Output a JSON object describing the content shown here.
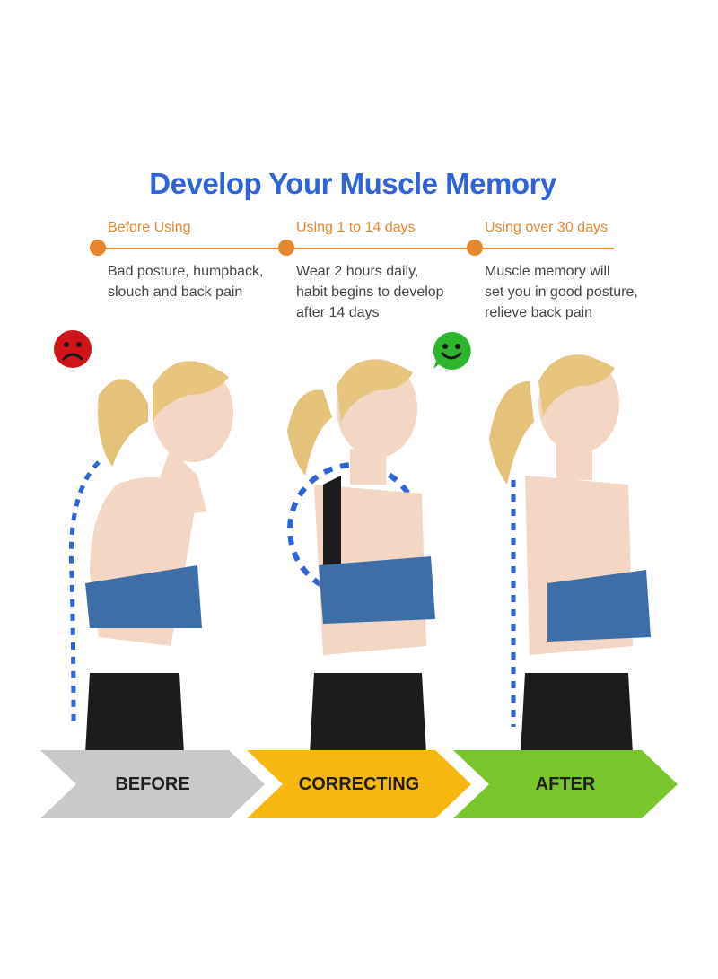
{
  "title": "Develop Your Muscle Memory",
  "stages": [
    {
      "label": "Before Using",
      "lines": [
        "Bad posture, humpback,",
        "slouch and back pain"
      ],
      "arrow_label": "BEFORE",
      "arrow_color": "#c9c9c9"
    },
    {
      "label": "Using 1 to 14 days",
      "lines": [
        "Wear 2 hours daily,",
        "habit begins to develop",
        "after 14 days"
      ],
      "arrow_label": "CORRECTING",
      "arrow_color": "#f6b80f"
    },
    {
      "label": "Using over 30 days",
      "lines": [
        "Muscle memory will",
        "set you in good posture,",
        "relieve back pain"
      ],
      "arrow_label": "AFTER",
      "arrow_color": "#79c52c"
    }
  ],
  "icons": {
    "sad_face": "sad-face-icon",
    "happy_face": "happy-face-icon"
  },
  "colors": {
    "title": "#2f63d9",
    "timeline": "#e8862e",
    "spine_guide": "#2f63d9",
    "sad": "#d0141a",
    "happy": "#2db52d"
  }
}
